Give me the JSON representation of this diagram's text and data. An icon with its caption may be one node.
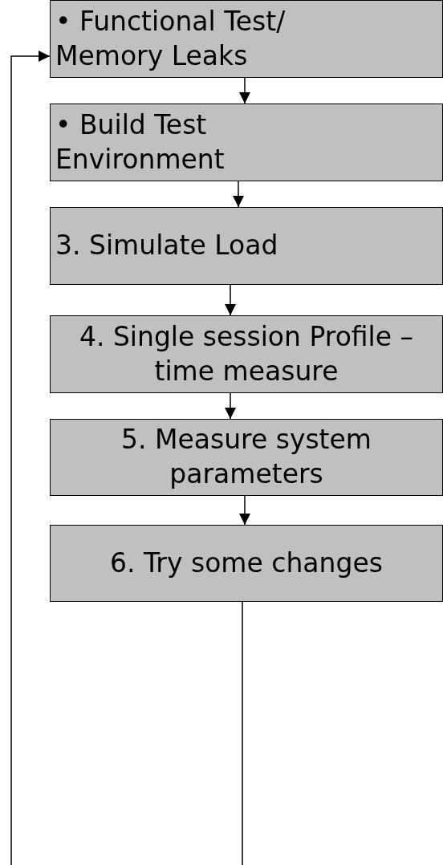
{
  "diagram": {
    "nodes": [
      {
        "text": [
          "• Functional Test/ Memory Leaks"
        ]
      },
      {
        "text": [
          "• Build Test Environment"
        ]
      },
      {
        "text": [
          "3. Simulate Load"
        ]
      },
      {
        "text": [
          "4. Single session Profile – time measure"
        ]
      },
      {
        "text": [
          "5. Measure system parameters"
        ]
      },
      {
        "text": [
          "6. Try some changes"
        ]
      }
    ],
    "edges": [
      {
        "from": 0,
        "to": 1,
        "arrow": "to"
      },
      {
        "from": 1,
        "to": 2,
        "arrow": "to"
      },
      {
        "from": 2,
        "to": 3,
        "arrow": "to"
      },
      {
        "from": 3,
        "to": 4,
        "arrow": "to"
      },
      {
        "from": 4,
        "to": 5,
        "arrow": "to"
      },
      {
        "from": 5,
        "to": null,
        "arrow": "none"
      },
      {
        "from": null,
        "to": 0,
        "arrow": "to"
      }
    ]
  }
}
